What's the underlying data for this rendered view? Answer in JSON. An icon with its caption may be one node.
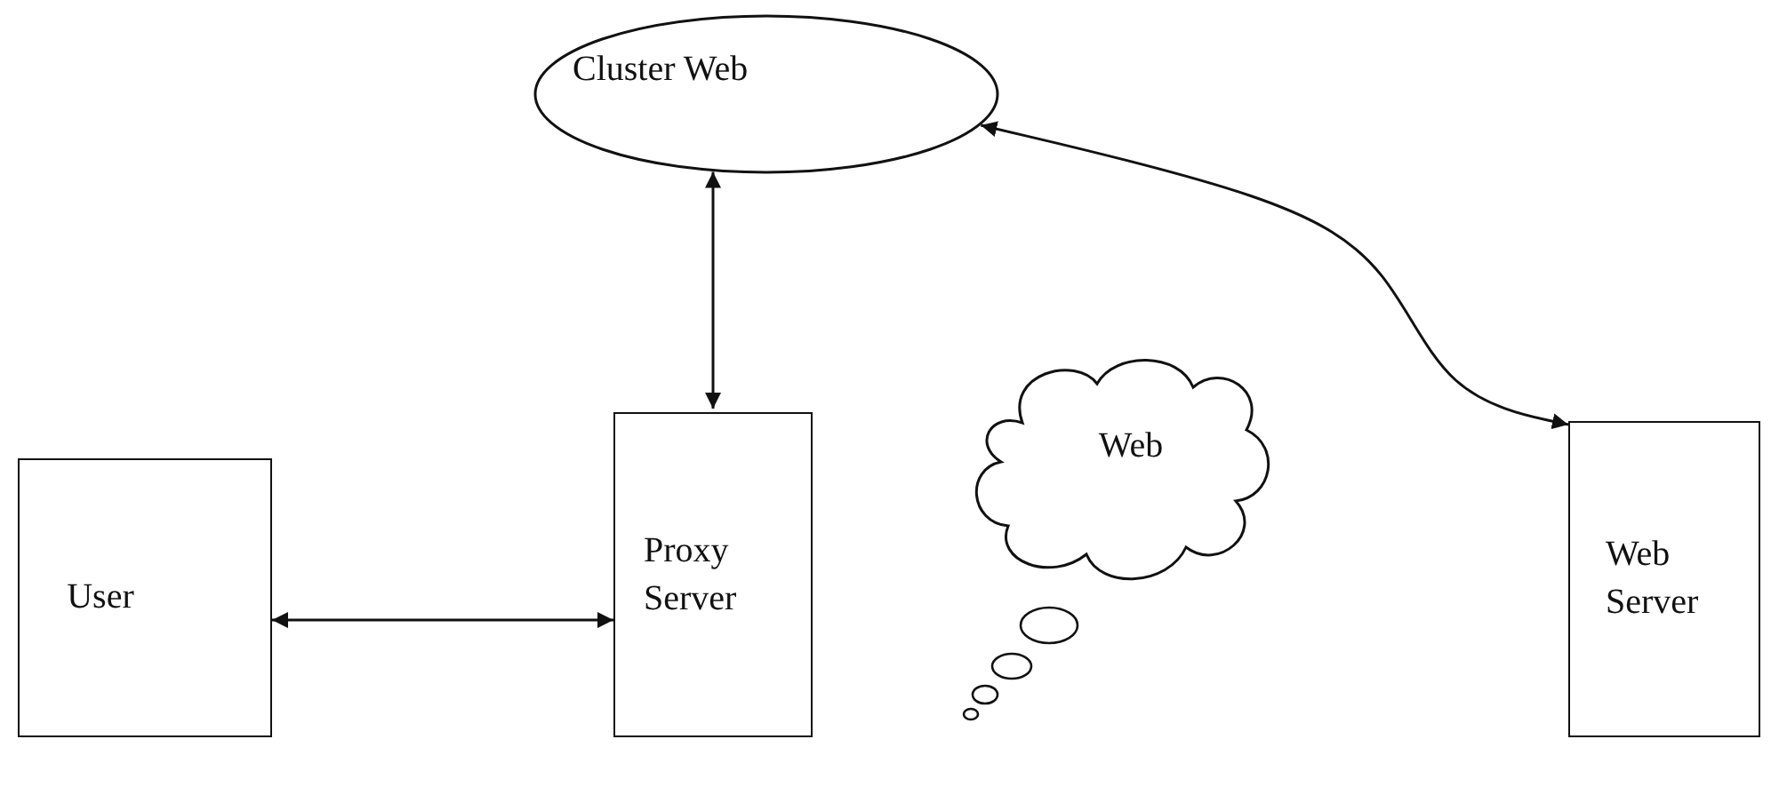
{
  "diagram": {
    "nodes": [
      {
        "text": [
          "Cluster Web"
        ]
      },
      {
        "text": [
          "User"
        ]
      },
      {
        "text": [
          "Proxy Server"
        ]
      },
      {
        "text": [
          "Web"
        ]
      },
      {
        "text": [
          "Web Server"
        ]
      }
    ],
    "edges": [
      {
        "from": 0,
        "to": 2,
        "arrow": "both"
      },
      {
        "from": 0,
        "to": 4,
        "arrow": "both"
      },
      {
        "from": 1,
        "to": 2,
        "arrow": "both"
      }
    ]
  }
}
